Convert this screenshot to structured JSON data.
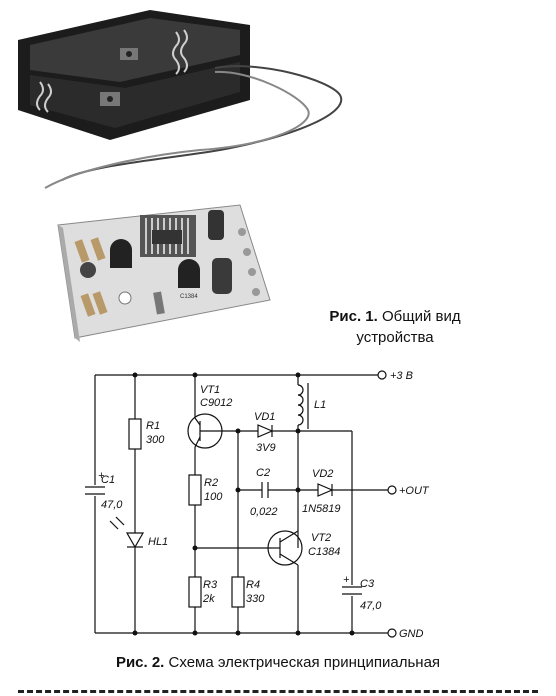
{
  "figure1": {
    "label": "Рис. 1.",
    "caption_line1": "Общий вид",
    "caption_line2": "устройства",
    "board_marks": {
      "part": "C1384"
    }
  },
  "figure2": {
    "label": "Рис. 2.",
    "caption": "Схема электрическая принципиальная"
  },
  "schematic": {
    "rails": {
      "plus": "+3 В",
      "gnd": "GND",
      "out": "+OUT"
    },
    "components": {
      "VT1": {
        "ref": "VT1",
        "value": "C9012"
      },
      "VD1": {
        "ref": "VD1",
        "value": "3V9"
      },
      "L1": {
        "ref": "L1"
      },
      "R1": {
        "ref": "R1",
        "value": "300"
      },
      "R2": {
        "ref": "R2",
        "value": "100"
      },
      "R3": {
        "ref": "R3",
        "value": "2k"
      },
      "R4": {
        "ref": "R4",
        "value": "330"
      },
      "C1": {
        "ref": "C1",
        "value": "47,0"
      },
      "C2": {
        "ref": "C2",
        "value": "0,022"
      },
      "C3": {
        "ref": "C3",
        "value": "47,0"
      },
      "VD2": {
        "ref": "VD2",
        "value": "1N5819"
      },
      "VT2": {
        "ref": "VT2",
        "value": "C1384"
      },
      "HL1": {
        "ref": "HL1"
      }
    },
    "polarity_plus": "+"
  }
}
